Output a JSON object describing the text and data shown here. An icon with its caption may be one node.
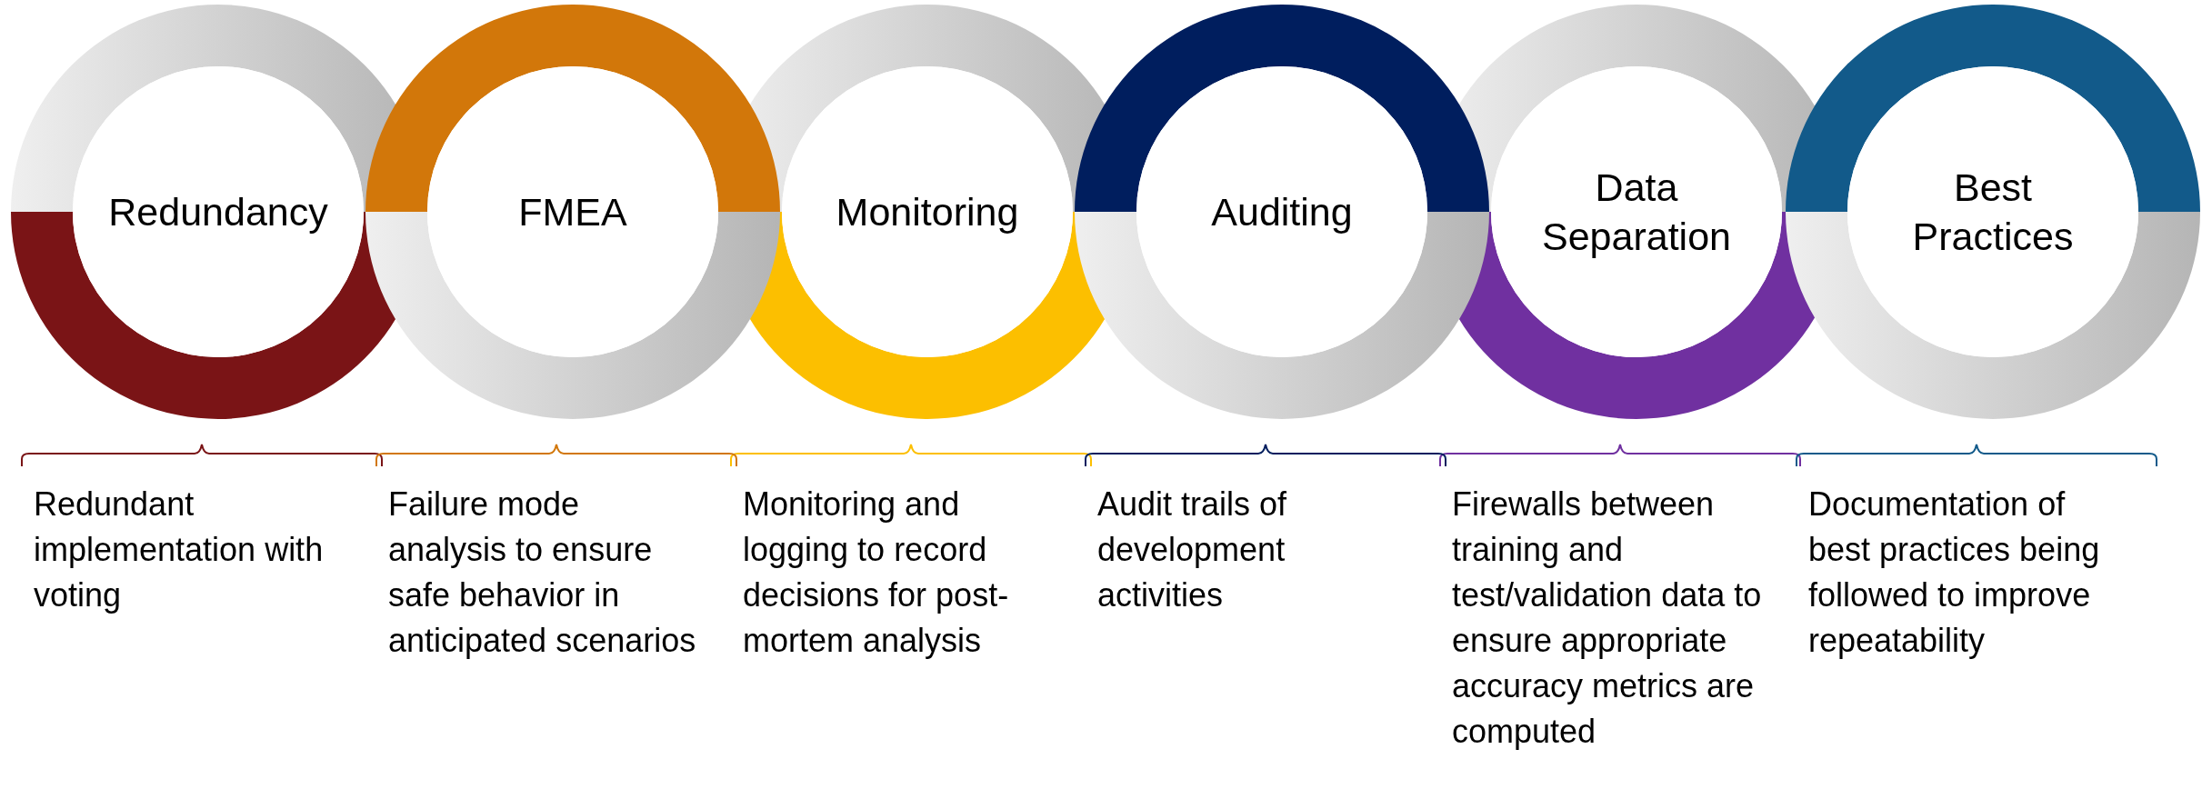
{
  "diagram": {
    "nodes": [
      {
        "text": [
          "Redundancy"
        ],
        "beside": [
          "Redundant implementation with voting"
        ]
      },
      {
        "text": [
          "FMEA"
        ],
        "beside": [
          "Failure mode analysis to ensure safe behavior in anticipated scenarios"
        ]
      },
      {
        "text": [
          "Monitoring"
        ],
        "beside": [
          "Monitoring and logging to record decisions for post-mortem analysis"
        ]
      },
      {
        "text": [
          "Auditing"
        ],
        "beside": [
          "Audit trails of development activities"
        ]
      },
      {
        "text": [
          "Data Separation"
        ],
        "beside": [
          "Firewalls between training and test/validation data to ensure appropriate accuracy metrics are computed"
        ]
      },
      {
        "text": [
          "Best Practices"
        ],
        "beside": [
          "Documentation of best practices being followed to improve repeatability"
        ]
      }
    ]
  }
}
